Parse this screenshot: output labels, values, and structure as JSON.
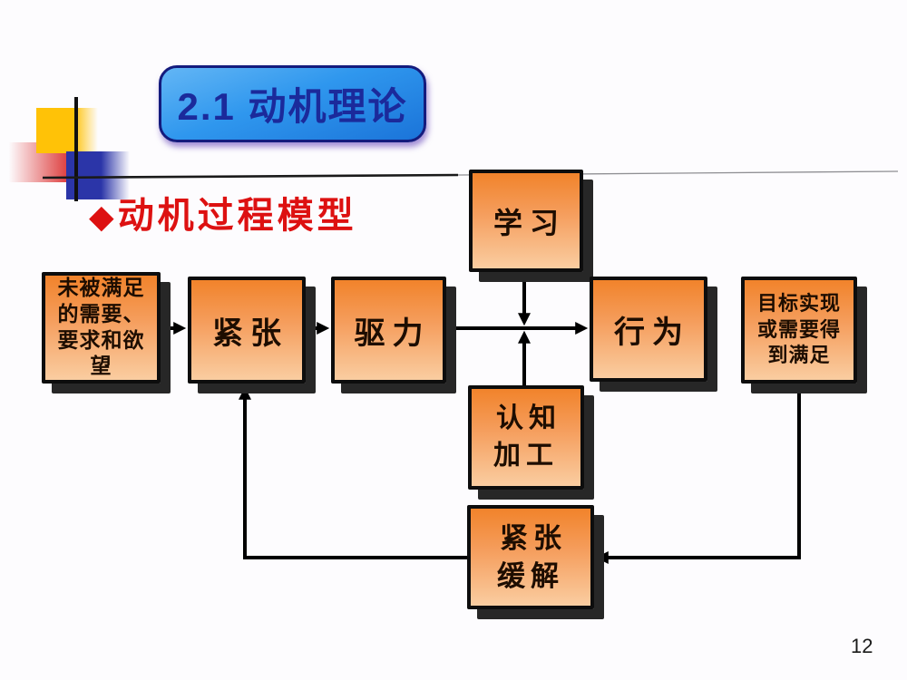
{
  "slide": {
    "title": "2.1 动机理论",
    "heading": {
      "bullet": "◆",
      "text": "动机过程模型"
    },
    "page_number": "12"
  },
  "diagram": {
    "boxes": {
      "unmet_needs": {
        "label": "未被满足\n的需要、\n要求和欲\n望"
      },
      "tension": {
        "label": "紧张"
      },
      "drive": {
        "label": "驱力"
      },
      "learning": {
        "label": "学习"
      },
      "cognition": {
        "label": "认知\n加工"
      },
      "behavior": {
        "label": "行为"
      },
      "goal": {
        "label": "目标实现\n或需要得\n到满足"
      },
      "relief": {
        "label": "紧张\n缓解"
      }
    },
    "edges": [
      {
        "from": "unmet_needs",
        "to": "tension"
      },
      {
        "from": "tension",
        "to": "drive"
      },
      {
        "from": "drive",
        "to": "behavior"
      },
      {
        "from": "learning",
        "to": "drive_behavior_line"
      },
      {
        "from": "cognition",
        "to": "drive_behavior_line"
      },
      {
        "from": "behavior",
        "to": "goal"
      },
      {
        "from": "goal",
        "to": "relief"
      },
      {
        "from": "relief",
        "to": "tension"
      }
    ]
  },
  "colors": {
    "box_gradient_top": "#F1832B",
    "box_gradient_bottom": "#FACDA1",
    "box_border": "#0D0D0D",
    "box_shadow": "#272727",
    "arrow": "#000000",
    "title_fill_top": "#63B6F5",
    "title_fill_bottom": "#1B74D9",
    "title_border": "#141B7D",
    "title_text": "#1B2A9B",
    "heading_red": "#DD1111",
    "accent_yellow": "#FFC207",
    "accent_blue": "#2B35A8",
    "accent_red": "#DE4040"
  }
}
